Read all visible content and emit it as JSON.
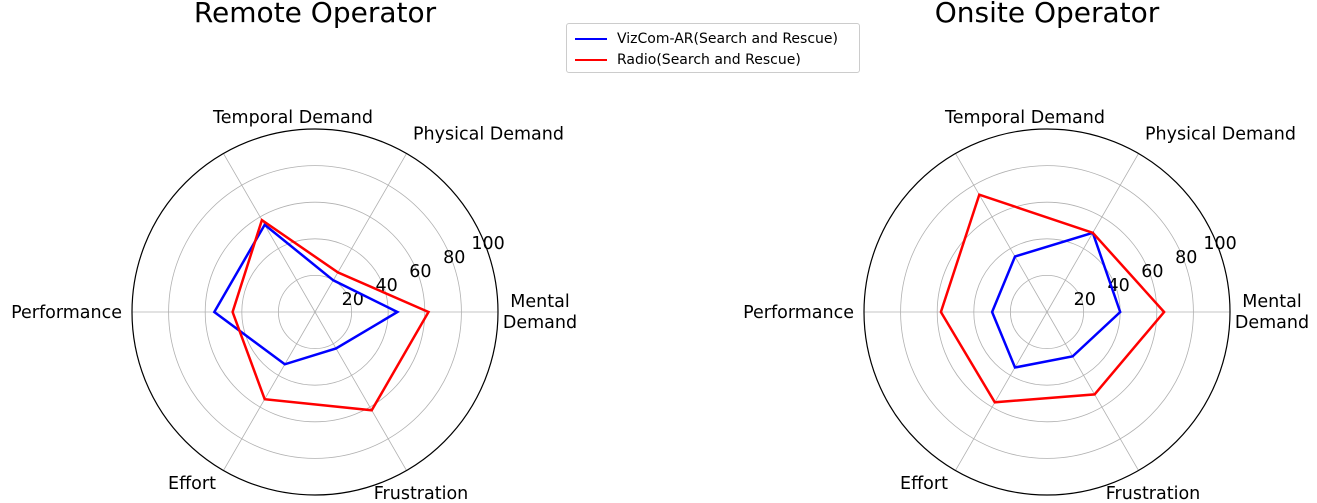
{
  "legend": {
    "items": [
      {
        "label": "VizCom-AR(Search and Rescue)",
        "color": "#0000ff"
      },
      {
        "label": "Radio(Search and Rescue)",
        "color": "#ff0000"
      }
    ]
  },
  "chart_data": [
    {
      "type": "radar",
      "title": "Remote Operator",
      "axes": [
        "Mental\nDemand",
        "Physical Demand",
        "Temporal Demand",
        "Performance",
        "Effort",
        "Frustration"
      ],
      "rlim": [
        0,
        100
      ],
      "rticks": [
        20,
        40,
        60,
        80,
        100
      ],
      "grid": true,
      "series": [
        {
          "name": "VizCom-AR(Search and Rescue)",
          "color": "#0000ff",
          "values": [
            45,
            20,
            55,
            55,
            33,
            23
          ]
        },
        {
          "name": "Radio(Search and Rescue)",
          "color": "#ff0000",
          "values": [
            62,
            25,
            58,
            45,
            55,
            62
          ]
        }
      ]
    },
    {
      "type": "radar",
      "title": "Onsite Operator",
      "axes": [
        "Mental\nDemand",
        "Physical Demand",
        "Temporal Demand",
        "Performance",
        "Effort",
        "Frustration"
      ],
      "rlim": [
        0,
        100
      ],
      "rticks": [
        20,
        40,
        60,
        80,
        100
      ],
      "grid": true,
      "series": [
        {
          "name": "VizCom-AR(Search and Rescue)",
          "color": "#0000ff",
          "values": [
            40,
            50,
            35,
            30,
            35,
            28
          ]
        },
        {
          "name": "Radio(Search and Rescue)",
          "color": "#ff0000",
          "values": [
            64,
            50,
            74,
            58,
            57,
            52
          ]
        }
      ]
    }
  ]
}
